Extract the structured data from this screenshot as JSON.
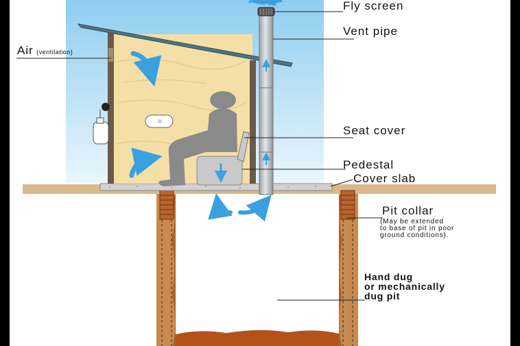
{
  "labels": {
    "fly_screen": "Fly screen",
    "vent_pipe": "Vent pipe",
    "air": "Air",
    "air_note": "(ventilation)",
    "seat_cover": "Seat cover",
    "pedestal": "Pedestal",
    "cover_slab": "Cover slab",
    "pit_collar": "Pit collar",
    "pit_collar_note": [
      "(May be extended",
      "to base of pit in poor",
      "ground conditions)."
    ],
    "pit": [
      "Hand dug",
      "or mechanically",
      "dug pit"
    ]
  },
  "colors": {
    "sky": "#bfe3f7",
    "wall": "#f4dfa6",
    "roof": "#4f7383",
    "ground": "#d9b98a",
    "soil_bottom": "#b5521c",
    "arrow": "#3aa0e0",
    "figure": "#8a8a8a",
    "pipe": "#b9bec4"
  }
}
